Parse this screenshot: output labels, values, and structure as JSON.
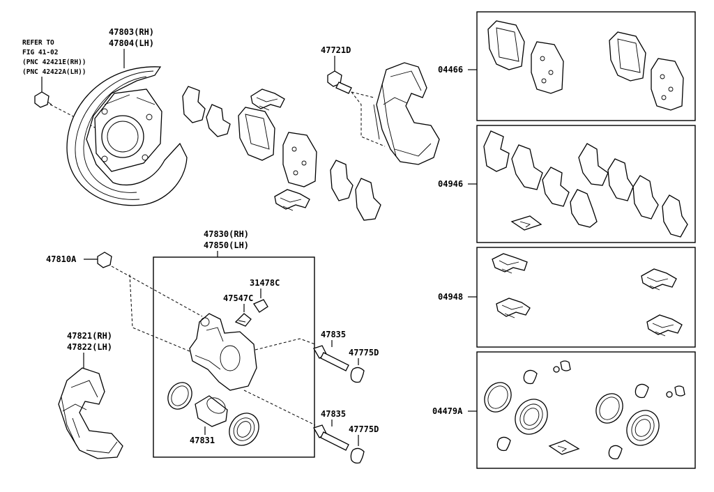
{
  "refer": {
    "line1": "REFER TO",
    "line2": "FIG 41-02",
    "line3": "(PNC 42421E(RH))",
    "line4": "(PNC 42422A(LH))"
  },
  "labels": {
    "p47803": "47803(RH)",
    "p47804": "47804(LH)",
    "p47721D": "47721D",
    "p04466": "04466",
    "p04946": "04946",
    "p04948": "04948",
    "p04479A": "04479A",
    "p47830": "47830(RH)",
    "p47850": "47850(LH)",
    "p47810A": "47810A",
    "p31478C": "31478C",
    "p47547C": "47547C",
    "p47835a": "47835",
    "p47775Da": "47775D",
    "p47835b": "47835",
    "p47775Db": "47775D",
    "p47821": "47821(RH)",
    "p47822": "47822(LH)",
    "p47831": "47831"
  }
}
